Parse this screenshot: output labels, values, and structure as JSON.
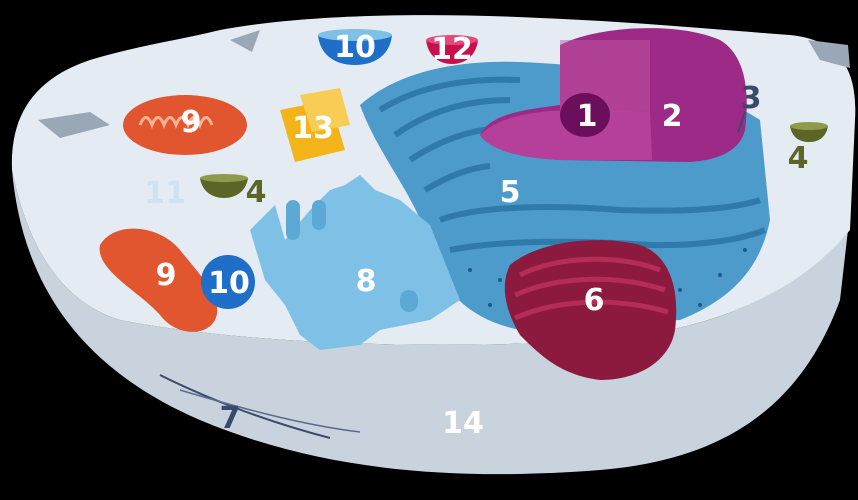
{
  "colors": {
    "background": "#000000",
    "cytoplasm": "#e4ebf2",
    "membrane_side": "#c9d3de",
    "nucleus": "#9c2a86",
    "nucleolus": "#6b0f5c",
    "er": "#4c9bcb",
    "golgi": "#8c1a3e",
    "mitochondrion": "#e2562f",
    "lysosome": "#1f6ec8",
    "vacuole": "#7fc0e6",
    "centrosome": "#f2b418",
    "ribosome": "#5a6526",
    "label_white": "#ffffff",
    "label_navy": "#3a4a6b",
    "label_olive": "#5a6526",
    "label_pale": "#cfe2f3"
  },
  "labels": {
    "nucleolus": "1",
    "nucleus": "2",
    "ribosome_3": "3",
    "vesicle_4a": "4",
    "vesicle_4b": "4",
    "rough_er": "5",
    "golgi": "6",
    "cytoskeleton": "7",
    "smooth_er": "8",
    "mitochondrion_a": "9",
    "mitochondrion_b": "9",
    "vacuole_a": "10",
    "vacuole_b": "10",
    "cytosol": "11",
    "lysosome": "12",
    "centrosome": "13",
    "cell_membrane": "14"
  }
}
